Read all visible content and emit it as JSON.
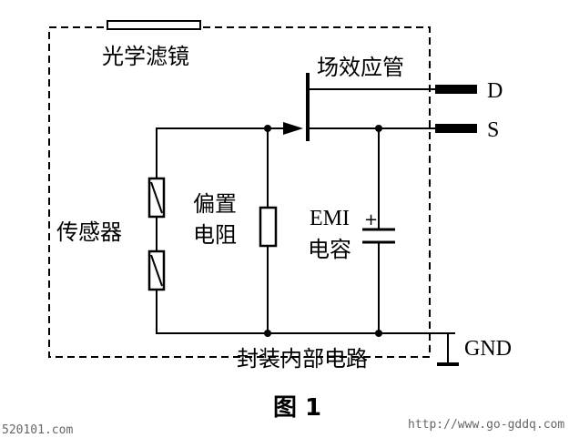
{
  "labels": {
    "optical_filter": "光学滤镜",
    "fet": "场效应管",
    "terminal_d": "D",
    "terminal_s": "S",
    "terminal_gnd": "GND",
    "sensor": "传感器",
    "bias_resistor_line1": "偏置",
    "bias_resistor_line2": "电阻",
    "emi_cap_line1": "EMI",
    "emi_cap_line2": "电容",
    "cap_polarity": "+",
    "package_circuit": "封装内部电路",
    "figure_caption": "图 1"
  },
  "watermarks": {
    "left": "520101.com",
    "right": "http://www.go-gddq.com"
  }
}
